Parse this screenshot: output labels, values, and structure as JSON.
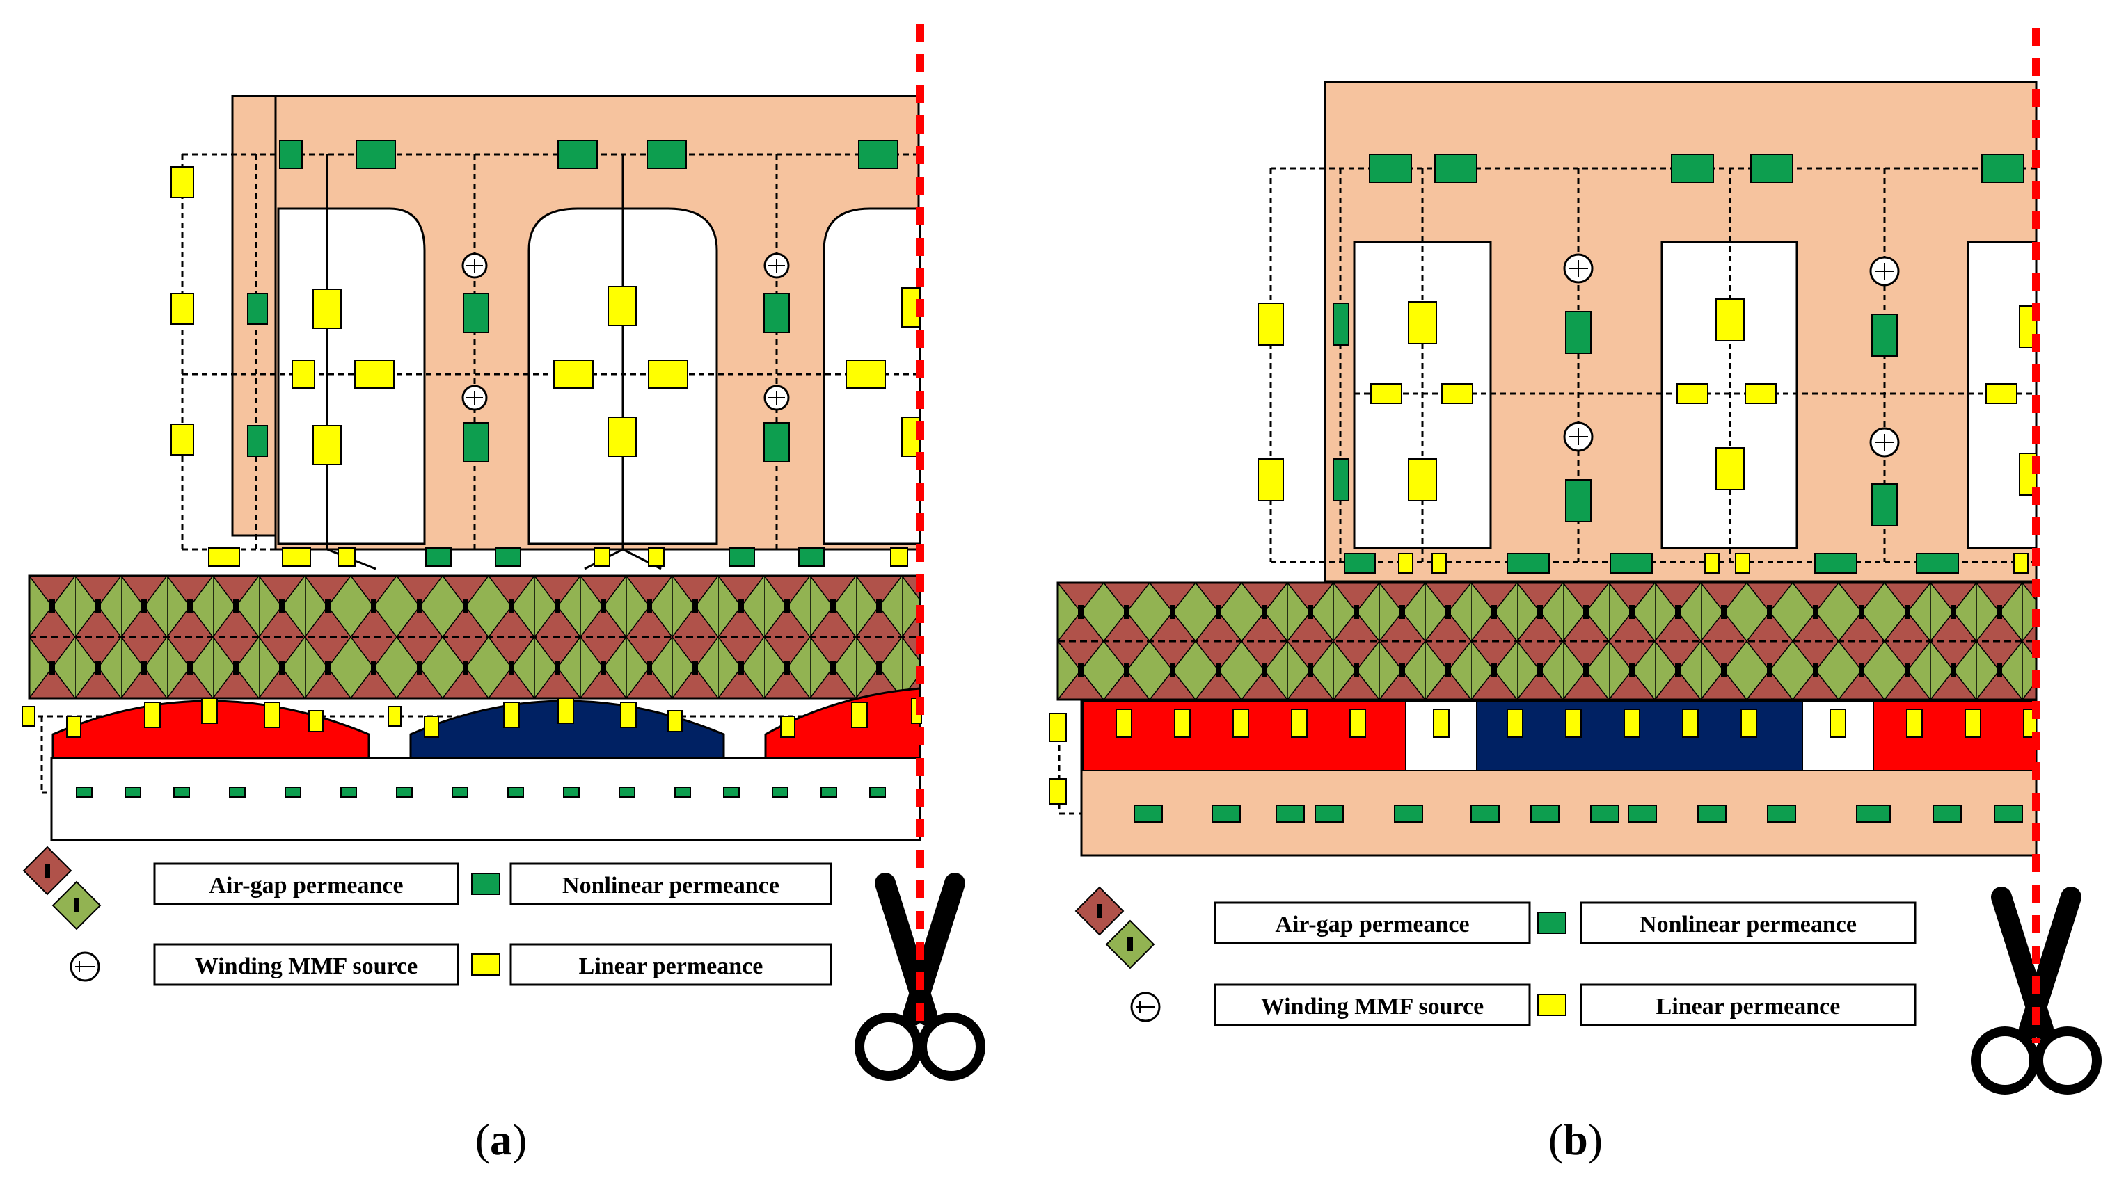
{
  "colors": {
    "core": "#f6c39e",
    "air_gap_dark": "#b0524a",
    "air_gap_light": "#92b352",
    "nonlinear_permeance": "#0d9e4f",
    "linear_permeance": "#ffff00",
    "magnet_north": "#ff0000",
    "magnet_south": "#002163",
    "cut_line": "#ff0000",
    "outline": "#000000"
  },
  "legend": {
    "air_gap_permeance": "Air-gap permeance",
    "nonlinear_permeance": "Nonlinear permeance",
    "winding_mmf_source": "Winding MMF source",
    "linear_permeance": "Linear permeance"
  },
  "captions": {
    "a": "a",
    "b": "b"
  },
  "icons": {
    "cut": "scissors-icon",
    "mmf": "mmf-source-icon",
    "air_gap": "air-gap-permeance-icon"
  }
}
